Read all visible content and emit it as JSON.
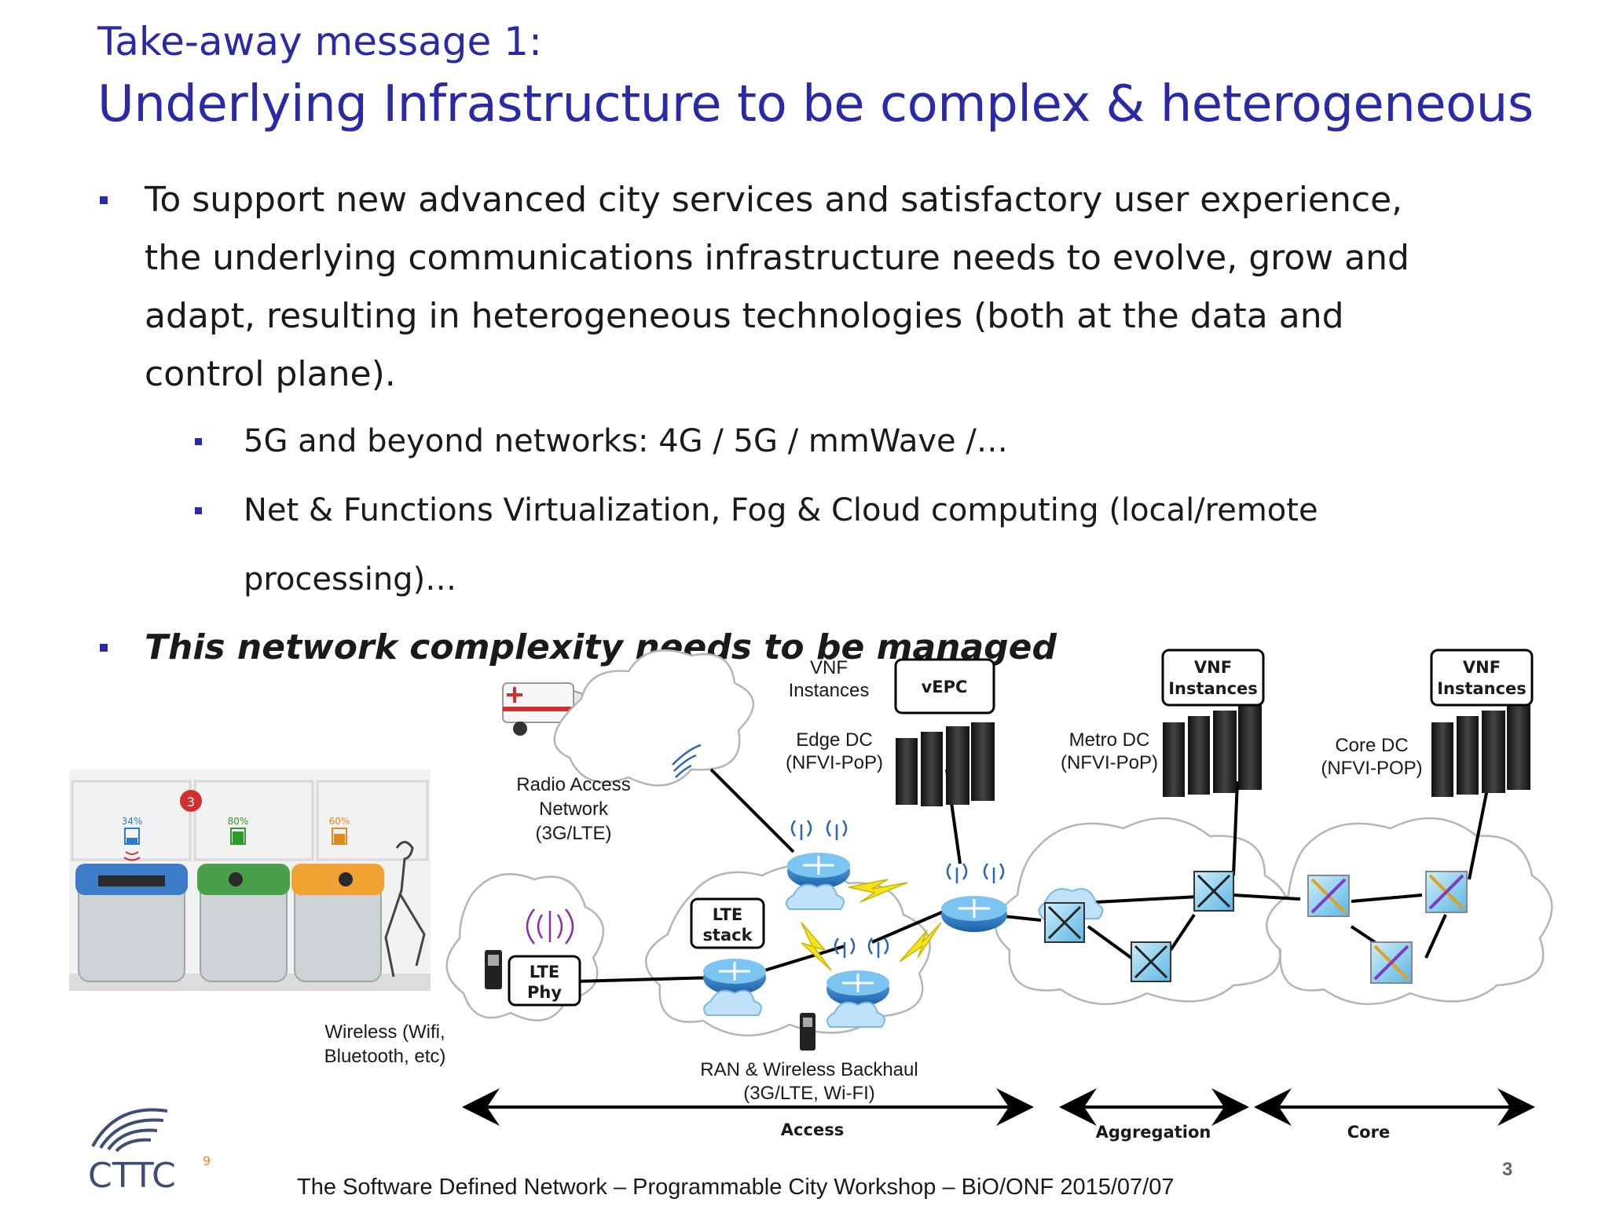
{
  "title": {
    "line1": "Take-away message 1:",
    "line2": "Underlying Infrastructure to be complex & heterogeneous"
  },
  "bullets": {
    "main": "To support new advanced city services and satisfactory user experience, the underlying communications infrastructure needs to evolve, grow and adapt, resulting in heterogeneous technologies (both at the data and control plane).",
    "sub": [
      "5G and beyond networks: 4G / 5G / mmWave /…",
      "Net & Functions Virtualization, Fog & Cloud computing (local/remote processing)…"
    ],
    "emphasis": "This network complexity needs to be managed"
  },
  "diagram": {
    "bins": {
      "label1": "34%",
      "label2": "80%",
      "label3": "60%",
      "alert": "3"
    },
    "vnf_instances_plain": [
      "VNF",
      "Instances"
    ],
    "vepc": "vEPC",
    "vnf_box_metro": [
      "VNF",
      "Instances"
    ],
    "vnf_box_core": [
      "VNF",
      "Instances"
    ],
    "edge_dc": [
      "Edge DC",
      "(NFVI-PoP)"
    ],
    "metro_dc": [
      "Metro DC",
      "(NFVI-PoP)"
    ],
    "core_dc": [
      "Core DC",
      "(NFVI-POP)"
    ],
    "ran": [
      "Radio Access",
      "Network",
      "(3G/LTE)"
    ],
    "lte_stack": [
      "LTE",
      "stack"
    ],
    "lte_phy": [
      "LTE",
      "Phy"
    ],
    "wireless": [
      "Wireless (Wifi,",
      "Bluetooth, etc)"
    ],
    "backhaul": [
      "RAN & Wireless Backhaul",
      "(3G/LTE, Wi-FI)"
    ],
    "segments": {
      "access": "Access",
      "aggregation": "Aggregation",
      "core": "Core"
    }
  },
  "logo": {
    "text": "CTTC",
    "sup": "9"
  },
  "footer": "The Software Defined Network – Programmable City Workshop – BiO/ONF 2015/07/07",
  "page_number": "3"
}
